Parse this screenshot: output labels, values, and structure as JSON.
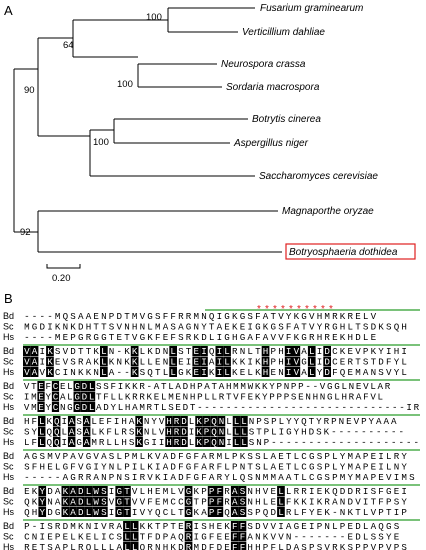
{
  "panel_a": {
    "label": "A",
    "species": [
      "Fusarium graminearum",
      "Verticillium dahliae",
      "Neurospora crassa",
      "Sordaria macrospora",
      "Botrytis cinerea",
      "Aspergillus niger",
      "Saccharomyces cerevisiae",
      "Magnaporthe oryzae",
      "Botryosphaeria dothidea"
    ],
    "highlighted_species": "Botryosphaeria dothidea",
    "highlight_color": "#e02020",
    "bootstrap_values": [
      "100",
      "64",
      "100",
      "90",
      "100",
      "92"
    ],
    "scale_label": "0.20"
  },
  "panel_b": {
    "label": "B",
    "row_labels": [
      "Bd",
      "Sc",
      "Hs"
    ],
    "star_color": "#e02020",
    "line_color": "#2a9d2a",
    "blocks": [
      {
        "bd": "- - - - MQSAAENPDTMVGSFFRRMNQIGKGSFATVYKGVHMRKRELV",
        "sc": "MGDIKNKDHTTSVNHNLMASAGNYTAEKEIGKGSFATVYRGHLTSDKSQH",
        "hs": "- - - - MEPGRGGTETVGKFEFSRKDLIGHGAFAVVFKGRHREKHDLE"
      },
      {
        "bd": "VAIKSVDTTKLN-KKLKDNLSTEIQILRNLTHPHIVALIDCKEVPKYIHI",
        "sc": "VAIKEVSRAKLKNKKLLENLEIEIAILKKIKHPHIVGLIDCERTSTDFYL",
        "hs": "VAVKCINKKNLA--KSQTLLGKEIKILKELKHENIVALYDFQEMANSVYL"
      },
      {
        "bd": "VTEFCELGDLSSFIKKR-ATLADHPATAHMMWKKYPNPP--VGGLNEVLAR",
        "sc": "IMEYCALGDLTFLLKRRKELMENHPLLRTVFEKYPPPSENHNGLHRAFVL",
        "hs": "VMEYCNGGDLADYLHAMRTLSEDT-----------------------------IR"
      },
      {
        "bd": "HFLKQIASALEFIHAKNYVHRDLKPQNLLLNPSPLYYQTYRPNEVPYAAA",
        "sc": "SYLQQLASALKFLRSKNLVHRDIKPQNLLLSTPLIGYHDSK----------",
        "hs": "LFLQQIAGAMRLLHSKGIIHRDLKPQNILLSNP--------------------"
      },
      {
        "bd": "AGSMVPAVGVASLPMLKVADFGFARMLPKSSLAETLCGSPLYMAPEILRY",
        "sc": "SFHELGFVGIYNLPILKIADFGFARFLPNTSLAETLCGSPLYMAPEILNY",
        "hs": "-----AGRRANPNSIRVKIADFGFARYLQSNMMAATLCGSPMYMAPEVIMS"
      },
      {
        "bd": "EKYDAKADLWSIGTVLHEMLVGKPPFRASNHVELLRRIEKQDDRISFGEI",
        "sc": "QKYNAKADLWSVGTVVFEMCCGTPPFRASNHLELFKKIKRANDVITFPSY",
        "hs": "QHYDGKADLWSIGTIVYQCLTGKAPFQASSPQDLRLFYEK-NKTLVPTIP"
      },
      {
        "bd": "P-ISRDMKNIVRALLKKTPTERISHEKFFSDVVIAGEIPNLPEDLAQGS",
        "sc": "CNIEPELKELICSLLTFDPAQRIGFEEFFANKVVN-------EDLSSYE",
        "hs": "RETSAPLRQLLLALLQRNHKDRMDFDEFFHHPFLDASPSVRKSPPVPVPS"
      }
    ]
  }
}
